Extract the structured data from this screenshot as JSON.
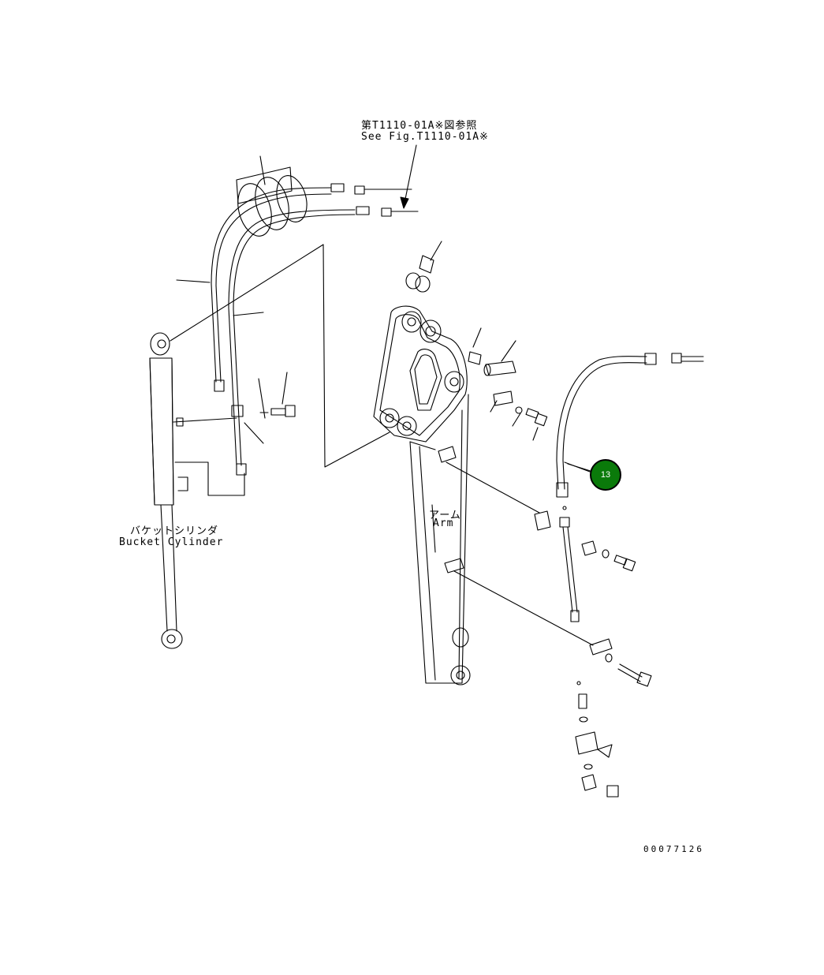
{
  "reference": {
    "line_jp": "第T1110-01A※図参照",
    "line_en": "See Fig.T1110-01A※"
  },
  "labels": {
    "bucket_cylinder_jp": "バケットシリンダ",
    "bucket_cylinder_en": "Bucket Cylinder",
    "arm_jp": "アーム",
    "arm_en": "Arm"
  },
  "callouts": [
    {
      "number": "13",
      "color": "#0a7a0a"
    }
  ],
  "drawing_code": "00077126"
}
